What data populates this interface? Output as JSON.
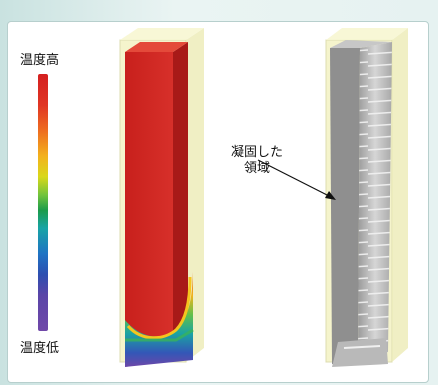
{
  "legend": {
    "high_label": "温度高",
    "low_label": "温度低",
    "colors": [
      "#d42020",
      "#ee6d21",
      "#f3b21d",
      "#d9d81a",
      "#73c43c",
      "#1c9b4a",
      "#18a4a6",
      "#1f73c4",
      "#2d4fb0",
      "#7048a9"
    ]
  },
  "annotation": {
    "line1": "凝固した",
    "line2": "領域"
  }
}
